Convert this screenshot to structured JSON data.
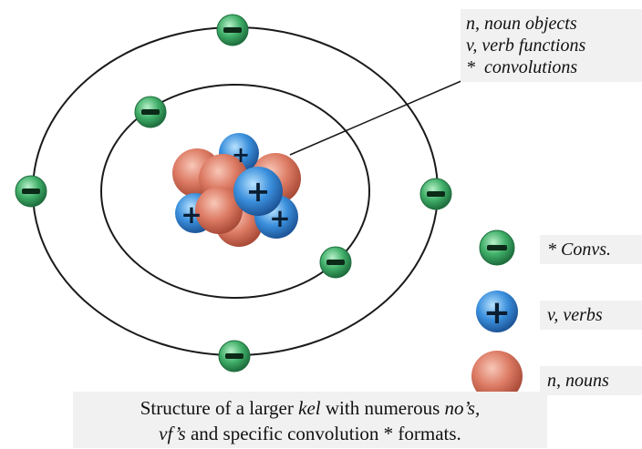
{
  "callout": {
    "lines": [
      "n, noun objects",
      "v, verb functions",
      "*  convolutions"
    ]
  },
  "legend": {
    "items": [
      {
        "symbol": "minus",
        "label": "* Convs."
      },
      {
        "symbol": "plus",
        "label": "v, verbs"
      },
      {
        "symbol": "sphere",
        "label": "n, nouns"
      }
    ]
  },
  "caption": {
    "part1": "Structure of a larger ",
    "italic1": "kel",
    "part2": " with numerous ",
    "italic2": "no’s,",
    "italic3": "vf’s",
    "part3": " and specific convolution * formats."
  },
  "colors": {
    "electron": "#2f9a5a",
    "proton": "#2f7fd0",
    "neutron": "#d8705a",
    "orbit": "#1a1a1a"
  }
}
